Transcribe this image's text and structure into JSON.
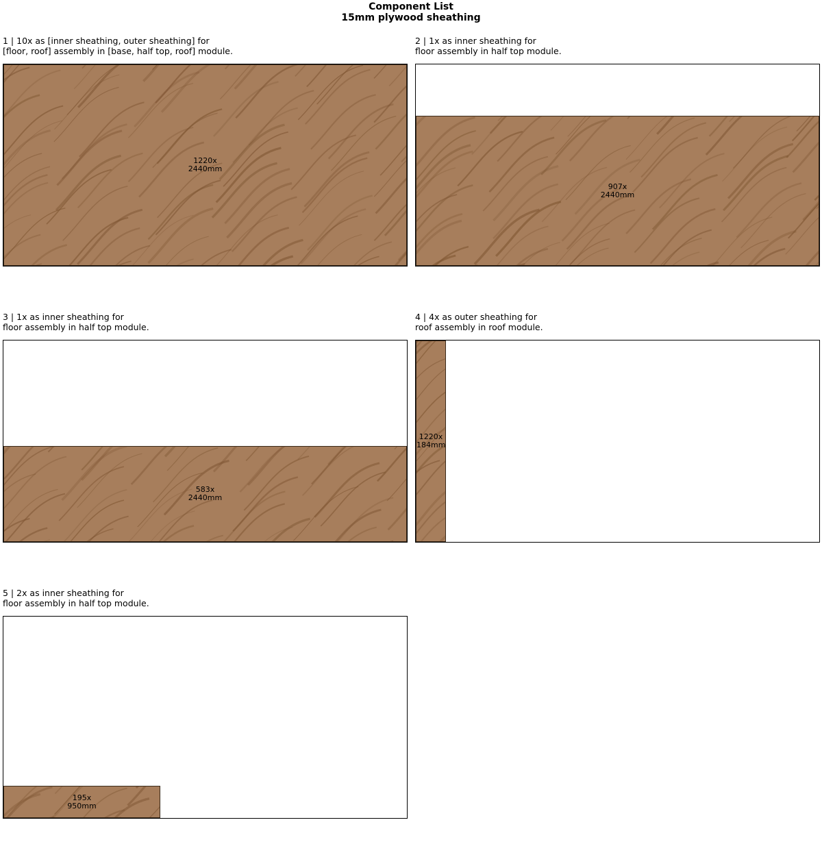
{
  "title": "Component List",
  "subtitle": "15mm plywood sheathing",
  "material_color": "#a77e5c",
  "grain_color": "#7d5431",
  "components": [
    {
      "caption": "1 | 10x as [inner sheathing, outer sheathing] for\n[floor, roof] assembly in [base, half top, roof] module.",
      "dim_label": "1220x\n2440mm",
      "width_mm": 2440,
      "height_mm": 1220
    },
    {
      "caption": "2 | 1x as inner sheathing for\nfloor assembly in half top module.",
      "dim_label": "907x\n2440mm",
      "width_mm": 2440,
      "height_mm": 907
    },
    {
      "caption": "3 | 1x as inner sheathing for\nfloor assembly in half top module.",
      "dim_label": "583x\n2440mm",
      "width_mm": 2440,
      "height_mm": 583
    },
    {
      "caption": "4 | 4x as outer sheathing for\nroof assembly in roof module.",
      "dim_label": "1220x\n184mm",
      "width_mm": 184,
      "height_mm": 1220
    },
    {
      "caption": "5 | 2x as inner sheathing for\nfloor assembly in half top module.",
      "dim_label": "195x\n950mm",
      "width_mm": 950,
      "height_mm": 195
    }
  ],
  "sheet_mm": [
    2440,
    1220
  ]
}
